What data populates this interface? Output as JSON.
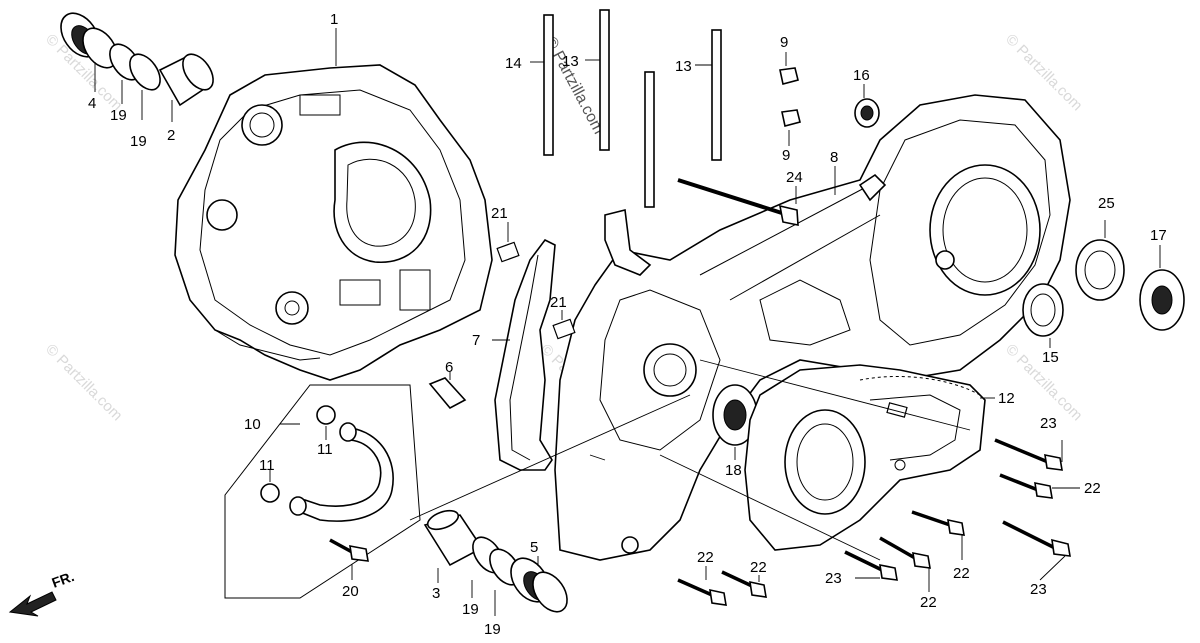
{
  "watermark": {
    "site_text": "© Partzilla.com",
    "center_text": "© Partzilla.com"
  },
  "direction_label": "FR.",
  "callouts": {
    "c1": "1",
    "c2": "2",
    "c3": "3",
    "c4": "4",
    "c5": "5",
    "c6": "6",
    "c7": "7",
    "c8": "8",
    "c9a": "9",
    "c9b": "9",
    "c10": "10",
    "c11a": "11",
    "c11b": "11",
    "c12": "12",
    "c13a": "13",
    "c13b": "13",
    "c14": "14",
    "c15": "15",
    "c16": "16",
    "c17": "17",
    "c18": "18",
    "c19a": "19",
    "c19b": "19",
    "c19c": "19",
    "c19d": "19",
    "c20": "20",
    "c21a": "21",
    "c21b": "21",
    "c22a": "22",
    "c22b": "22",
    "c22c": "22",
    "c22d": "22",
    "c22e": "22",
    "c22f": "22",
    "c23a": "23",
    "c23b": "23",
    "c23c": "23",
    "c23d": "23",
    "c24": "24",
    "c25": "25"
  }
}
